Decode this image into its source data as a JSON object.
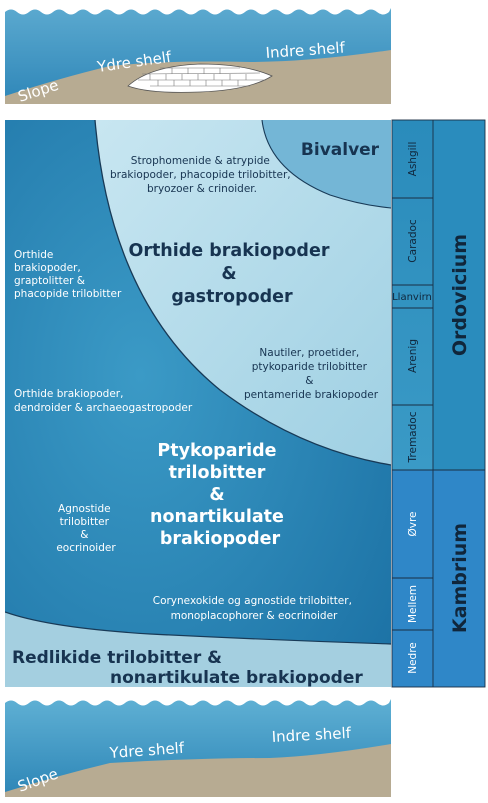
{
  "top_panel": {
    "labels": {
      "slope": "Slope",
      "outer_shelf": "Ydre shelf",
      "inner_shelf": "Indre shelf"
    }
  },
  "bottom_panel": {
    "labels": {
      "slope": "Slope",
      "outer_shelf": "Ydre shelf",
      "inner_shelf": "Indre shelf"
    }
  },
  "main": {
    "bivalver": "Bivalver",
    "stroph": [
      "Strophomenide & atrypide",
      "brakiopoder, phacopide trilobitter,",
      "bryozoer & crinoider."
    ],
    "orthide_big": [
      "Orthide brakiopoder",
      "&",
      "gastropoder"
    ],
    "orthide_left": [
      "Orthide",
      "brakiopoder,",
      "graptolitter &",
      "phacopide trilobitter"
    ],
    "nautiler": [
      "Nautiler, proetider,",
      "ptykoparide trilobitter",
      "&",
      "pentameride brakiopoder"
    ],
    "orthide_dendro": [
      "Orthide brakiopoder,",
      "dendroider & archaeogastropoder"
    ],
    "ptyko_big": [
      "Ptykoparide",
      "trilobitter",
      "&",
      "nonartikulate",
      "brakiopoder"
    ],
    "agnostide": [
      "Agnostide",
      "trilobitter",
      "&",
      "eocrinoider"
    ],
    "coryne": [
      "Corynexokide og agnostide trilobitter,",
      "monoplacophorer & eocrinoider"
    ],
    "redlikide": [
      "Redlikide trilobitter &",
      "nonartikulate brakiopoder"
    ]
  },
  "stratigraphy": {
    "stages": [
      "Ashgill",
      "Caradoc",
      "Llanvirn",
      "Arenig",
      "Tremadoc",
      "Øvre",
      "Mellem",
      "Nedre"
    ],
    "periods": [
      "Ordovicium",
      "Kambrium"
    ]
  },
  "colors": {
    "deep_blue": "#1f7fae",
    "mid_blue": "#3b95c2",
    "light_blue": "#a9d4e4",
    "pale_blue": "#c6e4ef",
    "text_navy": "#173451",
    "seafloor": "#b7ab92",
    "kambrium_blue": "#2f87c8"
  }
}
